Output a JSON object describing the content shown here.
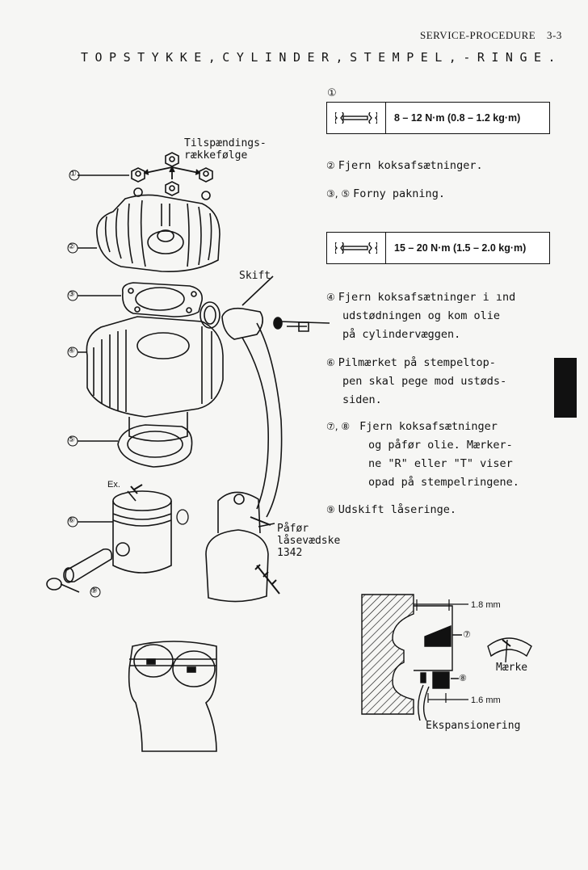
{
  "header": {
    "section": "SERVICE-PROCEDURE",
    "page": "3-3",
    "title": "TOPSTYKKE,CYLINDER,STEMPEL,-RINGE."
  },
  "torque_specs": [
    {
      "ref": "①",
      "value": "8 – 12 N·m   (0.8 – 1.2 kg·m)"
    },
    {
      "ref": "",
      "value": "15 – 20 N·m (1.5 – 2.0 kg·m)"
    }
  ],
  "steps": [
    {
      "num": "②",
      "lines": [
        "Fjern koksafsætninger."
      ]
    },
    {
      "num": "③, ⑤",
      "lines": [
        "Forny pakning."
      ]
    },
    {
      "num": "④",
      "lines": [
        "Fjern koksafsætninger i   ınd",
        "udstødningen og kom olie",
        "på cylindervæggen."
      ]
    },
    {
      "num": "⑥",
      "lines": [
        "Pilmærket på stempeltop-",
        "pen skal pege mod ustøds-",
        "siden."
      ]
    },
    {
      "num": "⑦, ⑧",
      "lines": [
        "Fjern koksafsætninger",
        "og påfør olie.  Mærker-",
        "ne \"R\" eller \"T\" viser",
        "opad på stempelringene."
      ]
    },
    {
      "num": "⑨",
      "lines": [
        "Udskift låseringe."
      ]
    }
  ],
  "diagram_labels": {
    "tightening_order": [
      "Tilspændings-",
      "rækkefølge"
    ],
    "replace": "Skift",
    "apply_locker": [
      "Påfør",
      "låsevædske",
      "1342"
    ],
    "exhaust": "Ex.",
    "part_numbers": [
      "①",
      "②",
      "③",
      "④",
      "⑤",
      "⑥",
      "⑨"
    ]
  },
  "ring_detail": {
    "top_gap": "1.8 mm",
    "bottom_gap": "1.6 mm",
    "ring_top": "⑦",
    "ring_bottom": "⑧",
    "mark": "Mærke",
    "expander": "Ekspansionering"
  }
}
